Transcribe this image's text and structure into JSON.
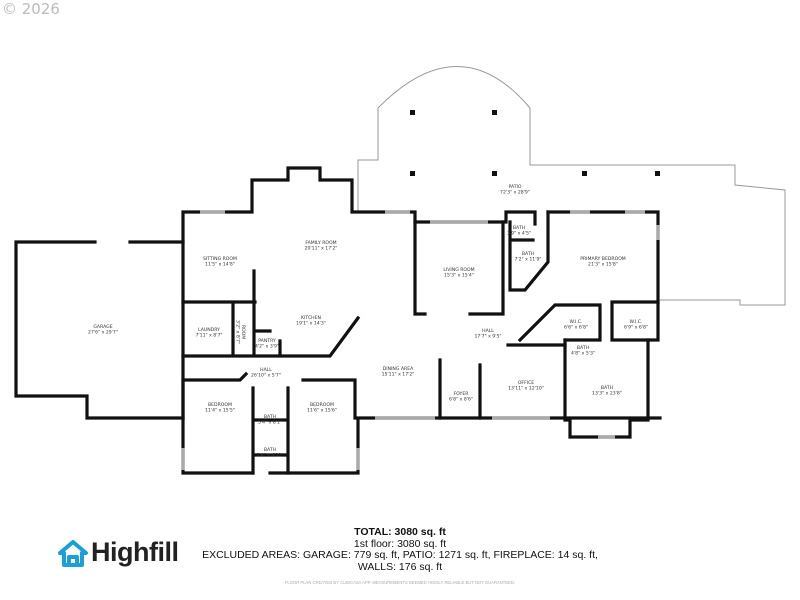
{
  "copyright": "© 2026",
  "brand": {
    "name": "Highfill",
    "color": "#1a9fd8",
    "icon": "house-icon"
  },
  "rooms": [
    {
      "name": "GARAGE",
      "size": "27'6\" x 29'7\""
    },
    {
      "name": "SITTING ROOM",
      "size": "11'5\" x 14'8\""
    },
    {
      "name": "FAMILY ROOM",
      "size": "20'11\" x 17'2\""
    },
    {
      "name": "KITCHEN",
      "size": "19'1\" x 14'3\""
    },
    {
      "name": "LAUNDRY",
      "size": "7'11\" x 8'7\""
    },
    {
      "name": "ROOM",
      "size": "3'2\" x 8'7\""
    },
    {
      "name": "PANTRY",
      "size": "4'2\" x 3'9\""
    },
    {
      "name": "HALL",
      "size": "26'10\" x 5'7\""
    },
    {
      "name": "DINING AREA",
      "size": "15'11\" x 17'2\""
    },
    {
      "name": "LIVING ROOM",
      "size": "15'3\" x 15'4\""
    },
    {
      "name": "BATH",
      "size": "3'9\" x 4'5\""
    },
    {
      "name": "BATH",
      "size": "7'2\" x 11'9\""
    },
    {
      "name": "PRIMARY BEDROOM",
      "size": "21'3\" x 15'8\""
    },
    {
      "name": "HALL",
      "size": "17'7\" x 9'5\""
    },
    {
      "name": "W.I.C.",
      "size": "6'6\" x 6'8\""
    },
    {
      "name": "W.I.C.",
      "size": "6'9\" x 6'8\""
    },
    {
      "name": "BATH",
      "size": "4'8\" x 5'3\""
    },
    {
      "name": "BATH",
      "size": "13'3\" x 23'8\""
    },
    {
      "name": "OFFICE",
      "size": "13'11\" x 12'10\""
    },
    {
      "name": "FOYER",
      "size": "6'8\" x 8'6\""
    },
    {
      "name": "BEDROOM",
      "size": "11'4\" x 15'5\""
    },
    {
      "name": "BATH",
      "size": "5'4\" x 8'1\""
    },
    {
      "name": "BATH",
      "size": "5'4\" x 4'11\""
    },
    {
      "name": "BEDROOM",
      "size": "11'6\" x 15'6\""
    },
    {
      "name": "PATIO",
      "size": "72'3\" x 28'9\""
    }
  ],
  "summary": {
    "total": "TOTAL: 3080 sq. ft",
    "floor1": "1st floor: 3080 sq. ft",
    "excluded": "EXCLUDED AREAS: GARAGE: 779 sq. ft, PATIO: 1271 sq. ft, FIREPLACE: 14 sq. ft,",
    "walls": "WALLS: 176 sq. ft"
  },
  "disclaimer": "FLOOR PLAN CREATED BY CUBICASA APP. MEASUREMENTS DEEMED HIGHLY RELIABLE BUT NOT GUARANTEED."
}
